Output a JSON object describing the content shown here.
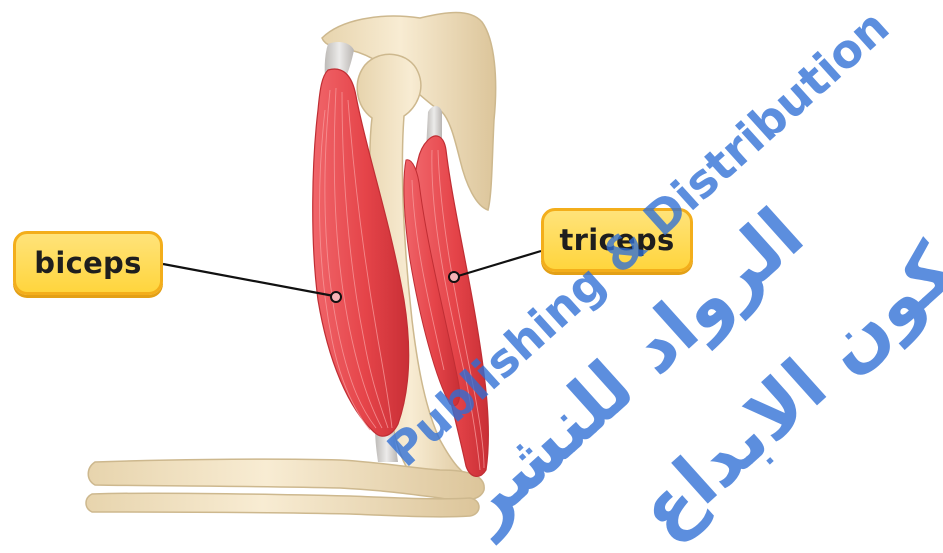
{
  "labels": {
    "biceps": "biceps",
    "triceps": "triceps"
  },
  "watermark": {
    "english": "Publishing & Distribution",
    "arabic_line_1": "الرواد للنشر",
    "arabic_line_2": "حيث يكون الابداع"
  },
  "colors": {
    "bone": "#f0dfbd",
    "muscle": "#e8474b",
    "tendon": "#d7d4d1",
    "label_fill": "#ffd84a",
    "label_border": "#f3ae1b",
    "watermark": "#2f6fd6"
  }
}
